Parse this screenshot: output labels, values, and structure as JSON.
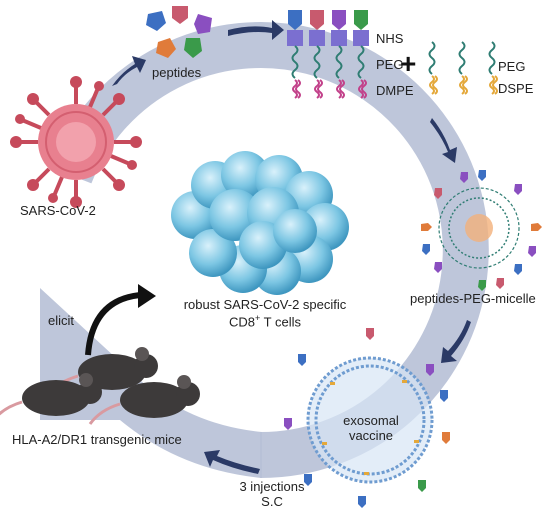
{
  "labels": {
    "virus": "SARS-CoV-2",
    "peptides": "peptides",
    "nhs": "NHS",
    "peg_left": "PEG",
    "dmpe": "DMPE",
    "plus": "+",
    "peg_right": "PEG",
    "dspe": "DSPE",
    "micelle": "peptides-PEG-micelle",
    "vaccine_line1": "exosomal",
    "vaccine_line2": "vaccine",
    "injections_line1": "3 injections",
    "injections_line2": "S.C",
    "mice": "HLA-A2/DR1 transgenic mice",
    "elicit": "elicit",
    "tcells_line1": "robust SARS-CoV-2 specific",
    "tcells_line2_prefix": "CD8",
    "tcells_line2_sup": "+",
    "tcells_line2_suffix": " T cells"
  },
  "colors": {
    "ring": "#b7c0d6",
    "arrow": "#2b3a66",
    "virus": "#e8808f",
    "virus_dark": "#c64a5b",
    "peptide_blue": "#3c6fc2",
    "peptide_pink": "#c85a6e",
    "peptide_purple": "#8a4fc0",
    "peptide_orange": "#e07b3a",
    "peptide_green": "#3a9a4a",
    "nhs": "#7b6fd0",
    "peg": "#2f7d73",
    "dmpe": "#c2418a",
    "dspe": "#e4a83a",
    "cells": "#5fb6d8",
    "mouse": "#3d3a3a"
  }
}
